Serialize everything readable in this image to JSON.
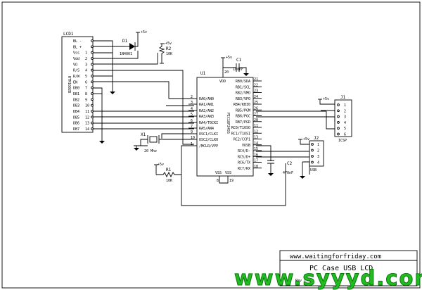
{
  "lcd": {
    "ref": "LCD1",
    "part": "RTM1602B",
    "pins": [
      {
        "name": "BL -",
        "num": ""
      },
      {
        "name": "BL +",
        "num": ""
      },
      {
        "name": "Vss",
        "num": "1"
      },
      {
        "name": "Vdd",
        "num": "2"
      },
      {
        "name": "VO",
        "num": "3"
      },
      {
        "name": "R/S",
        "num": "4"
      },
      {
        "name": "R/W",
        "num": "5"
      },
      {
        "name": "EN",
        "num": "6"
      },
      {
        "name": "DB0",
        "num": "7"
      },
      {
        "name": "DB1",
        "num": "8"
      },
      {
        "name": "DB2",
        "num": "9"
      },
      {
        "name": "DB3",
        "num": "10"
      },
      {
        "name": "DB4",
        "num": "11"
      },
      {
        "name": "DB5",
        "num": "12"
      },
      {
        "name": "DB6",
        "num": "13"
      },
      {
        "name": "DB7",
        "num": "14"
      }
    ]
  },
  "mcu": {
    "ref": "U1",
    "part": "PIC18F2455",
    "vdd": "VDD",
    "vss1": "VSS",
    "vss2": "VSS",
    "vdd_pin": "20",
    "vss_pin1": "8",
    "vss_pin2": "19",
    "left_pins": [
      {
        "name": "RA0/AN0",
        "num": "2"
      },
      {
        "name": "RA1/AN1",
        "num": "3"
      },
      {
        "name": "RA2/AN2",
        "num": "4"
      },
      {
        "name": "RA3/AN3",
        "num": "5"
      },
      {
        "name": "RA4/T0CKI",
        "num": "6"
      },
      {
        "name": "RA5/AN4",
        "num": "7"
      },
      {
        "name": "OSC1/CLKI",
        "num": "9"
      },
      {
        "name": "OSC2/CLKO",
        "num": "10"
      },
      {
        "name": "/MCLR/VPP",
        "num": "1"
      }
    ],
    "right_pins": [
      {
        "name": "RB0/SDA",
        "num": "21"
      },
      {
        "name": "RB1/SCL",
        "num": "22"
      },
      {
        "name": "RB2/VMO",
        "num": "23"
      },
      {
        "name": "RB3/VPO",
        "num": "24"
      },
      {
        "name": "RB4/KBI0",
        "num": "25"
      },
      {
        "name": "RB5/PGM",
        "num": "26"
      },
      {
        "name": "RB6/PGC",
        "num": "27"
      },
      {
        "name": "RB7/PGD",
        "num": "28"
      },
      {
        "name": "RC0/T1OSO",
        "num": "11"
      },
      {
        "name": "RC1/T1OSI",
        "num": "12"
      },
      {
        "name": "RC2/CCP1",
        "num": "13"
      },
      {
        "name": "VUSB",
        "num": "14"
      },
      {
        "name": "RC4/D-",
        "num": "15"
      },
      {
        "name": "RC5/D+",
        "num": "16"
      },
      {
        "name": "RC6/TX",
        "num": "17"
      },
      {
        "name": "RC7/RX",
        "num": "18"
      }
    ]
  },
  "parts": {
    "d1_ref": "D1",
    "d1_val": "1N4001",
    "r2_ref": "R2",
    "r2_val": "10K",
    "c1_ref": "C1",
    "c1_val": "100nF",
    "x1_ref": "X1",
    "x1_val": "20 Mhz",
    "r1_ref": "R1",
    "r1_val": "10K",
    "c2_ref": "C2",
    "c2_val": "470nF",
    "j1_ref": "J1",
    "j1_name": "ICSP",
    "j1_pins": [
      "1",
      "2",
      "3",
      "4",
      "5",
      "6"
    ],
    "j2_ref": "J2",
    "j2_name": "USB",
    "j2_pins": [
      "1",
      "2",
      "3",
      "4"
    ]
  },
  "power": {
    "plus5": "+5v"
  },
  "title_block": {
    "website": "www.waitingforfriday.com",
    "title": "PC Case USB LCD",
    "sub": "Rev 1.0"
  },
  "watermark": "www.syyyd.com"
}
